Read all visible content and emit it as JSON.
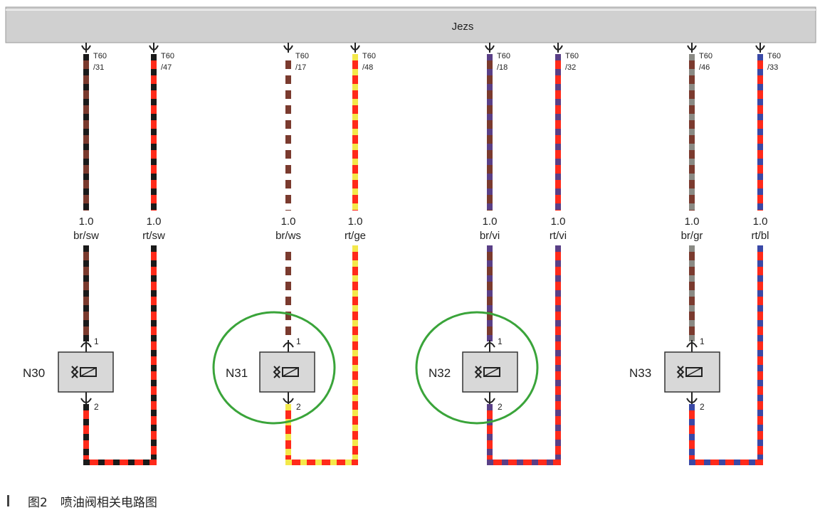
{
  "header": {
    "label": "Jezs"
  },
  "circuits": [
    {
      "component": "N30",
      "highlighted": false,
      "wires": [
        {
          "conn": "T60",
          "pin": "/31",
          "size": "1.0",
          "color_code": "br/sw",
          "base": "#7a3a2e",
          "stripe": "#1a1a1a"
        },
        {
          "conn": "T60",
          "pin": "/47",
          "size": "1.0",
          "color_code": "rt/sw",
          "base": "#ff2a1a",
          "stripe": "#1a1a1a"
        }
      ],
      "pin_top": "1",
      "pin_bottom": "2"
    },
    {
      "component": "N31",
      "highlighted": true,
      "wires": [
        {
          "conn": "T60",
          "pin": "/17",
          "size": "1.0",
          "color_code": "br/ws",
          "base": "#7a3a2e",
          "stripe": "#ffffff"
        },
        {
          "conn": "T60",
          "pin": "/48",
          "size": "1.0",
          "color_code": "rt/ge",
          "base": "#ff2a1a",
          "stripe": "#f4e84a"
        }
      ],
      "pin_top": "1",
      "pin_bottom": "2"
    },
    {
      "component": "N32",
      "highlighted": true,
      "wires": [
        {
          "conn": "T60",
          "pin": "/18",
          "size": "1.0",
          "color_code": "br/vi",
          "base": "#7a3a2e",
          "stripe": "#5a3f86"
        },
        {
          "conn": "T60",
          "pin": "/32",
          "size": "1.0",
          "color_code": "rt/vi",
          "base": "#ff2a1a",
          "stripe": "#5a3f86"
        }
      ],
      "pin_top": "1",
      "pin_bottom": "2"
    },
    {
      "component": "N33",
      "highlighted": false,
      "wires": [
        {
          "conn": "T60",
          "pin": "/46",
          "size": "1.0",
          "color_code": "br/gr",
          "base": "#7a3a2e",
          "stripe": "#8a8a84"
        },
        {
          "conn": "T60",
          "pin": "/33",
          "size": "1.0",
          "color_code": "rt/bl",
          "base": "#ff2a1a",
          "stripe": "#3a48a6"
        }
      ],
      "pin_top": "1",
      "pin_bottom": "2"
    }
  ],
  "colors": {
    "highlight": "#3aa43a",
    "header_bg": "#d0d0d0",
    "box_bg": "#d8d8d8"
  },
  "caption": {
    "figure": "图2",
    "text": "喷油阀相关电路图"
  }
}
